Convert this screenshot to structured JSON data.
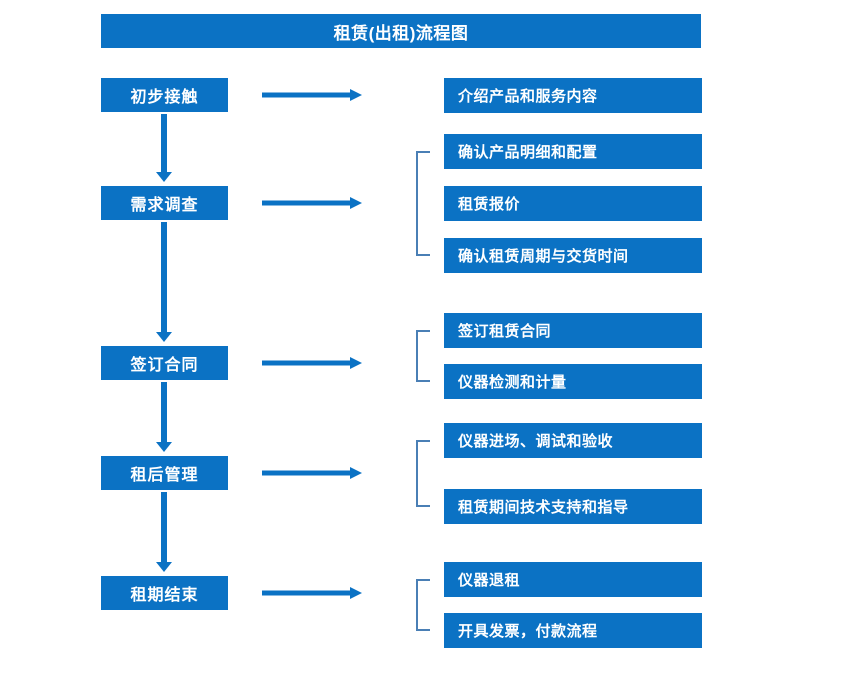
{
  "diagram": {
    "title": "租赁(出租)流程图",
    "colors": {
      "primary_blue": "#0b72c4",
      "bracket_blue": "#4a7fb5",
      "text_white": "#ffffff",
      "background": "#ffffff"
    },
    "stages": [
      {
        "id": "stage-1",
        "label": "初步接触",
        "details": [
          "介绍产品和服务内容"
        ],
        "has_bracket": false,
        "has_down_arrow": true,
        "arrow_right_name": "arrow-right-stage-1",
        "arrow_down_name": "arrow-down-stage-1"
      },
      {
        "id": "stage-2",
        "label": "需求调查",
        "details": [
          "确认产品明细和配置",
          "租赁报价",
          "确认租赁周期与交货时间"
        ],
        "has_bracket": true,
        "has_down_arrow": true,
        "arrow_right_name": "arrow-right-stage-2",
        "arrow_down_name": "arrow-down-stage-2"
      },
      {
        "id": "stage-3",
        "label": "签订合同",
        "details": [
          "签订租赁合同",
          "仪器检测和计量"
        ],
        "has_bracket": true,
        "has_down_arrow": true,
        "arrow_right_name": "arrow-right-stage-3",
        "arrow_down_name": "arrow-down-stage-3"
      },
      {
        "id": "stage-4",
        "label": "租后管理",
        "details": [
          "仪器进场、调试和验收",
          "租赁期间技术支持和指导"
        ],
        "has_bracket": true,
        "has_down_arrow": true,
        "arrow_right_name": "arrow-right-stage-4",
        "arrow_down_name": "arrow-down-stage-4"
      },
      {
        "id": "stage-5",
        "label": "租期结束",
        "details": [
          "仪器退租",
          "开具发票，付款流程"
        ],
        "has_bracket": true,
        "has_down_arrow": false,
        "arrow_right_name": "arrow-right-stage-5",
        "arrow_down_name": ""
      }
    ]
  },
  "layout": {
    "stage_tops": [
      78,
      186,
      346,
      456,
      576
    ],
    "detail_groups": [
      {
        "tops": [
          78
        ]
      },
      {
        "tops": [
          134,
          186,
          238
        ]
      },
      {
        "tops": [
          313,
          364
        ]
      },
      {
        "tops": [
          423,
          489
        ]
      },
      {
        "tops": [
          562,
          613
        ]
      }
    ]
  }
}
